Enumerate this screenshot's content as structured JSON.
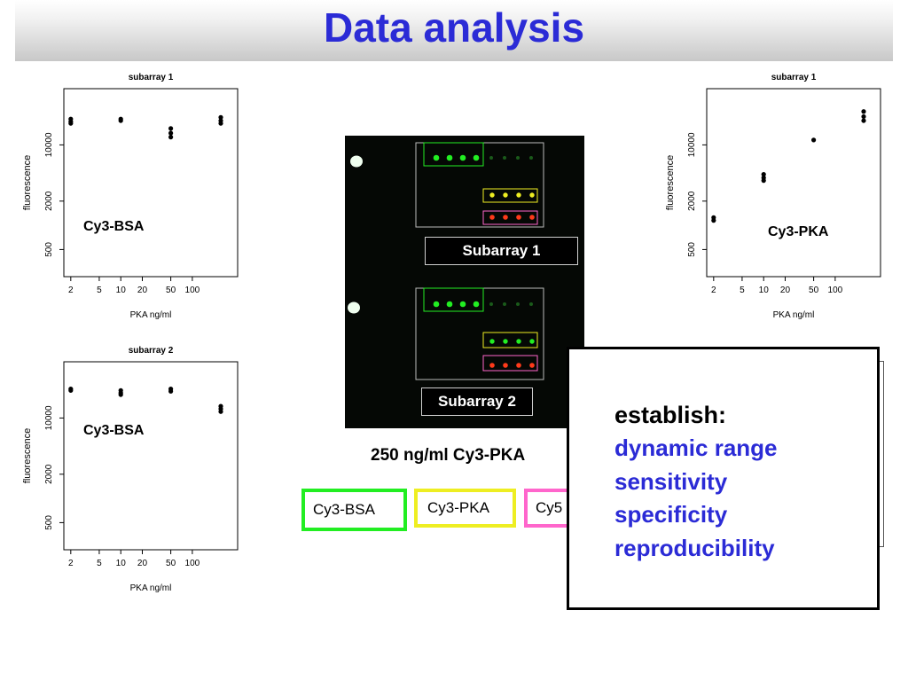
{
  "slide": {
    "title": "Data analysis"
  },
  "chart_data": [
    {
      "type": "scatter",
      "title": "subarray 1",
      "xlabel": "PKA ng/ml",
      "ylabel": "fluorescence",
      "annotation": "Cy3-BSA",
      "x_scale": "log",
      "y_scale": "log",
      "xlim": [
        1.6,
        430
      ],
      "ylim": [
        230,
        50000
      ],
      "x_ticks": [
        2,
        5,
        10,
        20,
        50,
        100
      ],
      "x_tick_labels": [
        "2",
        "5",
        "10",
        "20",
        "50",
        "100"
      ],
      "y_ticks": [
        500,
        2000,
        10000
      ],
      "y_tick_labels": [
        "500",
        "2000",
        "10000"
      ],
      "points": [
        {
          "x": 2,
          "y": 21000
        },
        {
          "x": 2,
          "y": 19500
        },
        {
          "x": 2,
          "y": 18500
        },
        {
          "x": 10,
          "y": 21000
        },
        {
          "x": 10,
          "y": 20000
        },
        {
          "x": 50,
          "y": 16000
        },
        {
          "x": 50,
          "y": 14000
        },
        {
          "x": 50,
          "y": 12500
        },
        {
          "x": 250,
          "y": 22000
        },
        {
          "x": 250,
          "y": 20000
        },
        {
          "x": 250,
          "y": 18500
        }
      ]
    },
    {
      "type": "scatter",
      "title": "subarray 2",
      "xlabel": "PKA ng/ml",
      "ylabel": "fluorescence",
      "annotation": "Cy3-BSA",
      "x_scale": "log",
      "y_scale": "log",
      "xlim": [
        1.6,
        430
      ],
      "ylim": [
        230,
        50000
      ],
      "x_ticks": [
        2,
        5,
        10,
        20,
        50,
        100
      ],
      "x_tick_labels": [
        "2",
        "5",
        "10",
        "20",
        "50",
        "100"
      ],
      "y_ticks": [
        500,
        2000,
        10000
      ],
      "y_tick_labels": [
        "500",
        "2000",
        "10000"
      ],
      "points": [
        {
          "x": 2,
          "y": 23000
        },
        {
          "x": 2,
          "y": 22000
        },
        {
          "x": 10,
          "y": 22000
        },
        {
          "x": 10,
          "y": 20500
        },
        {
          "x": 10,
          "y": 19500
        },
        {
          "x": 50,
          "y": 23000
        },
        {
          "x": 50,
          "y": 21500
        },
        {
          "x": 250,
          "y": 14000
        },
        {
          "x": 250,
          "y": 13000
        },
        {
          "x": 250,
          "y": 12000
        }
      ]
    },
    {
      "type": "scatter",
      "title": "subarray 1",
      "xlabel": "PKA ng/ml",
      "ylabel": "fluorescence",
      "annotation": "Cy3-PKA",
      "x_scale": "log",
      "y_scale": "log",
      "xlim": [
        1.6,
        430
      ],
      "ylim": [
        230,
        50000
      ],
      "x_ticks": [
        2,
        5,
        10,
        20,
        50,
        100
      ],
      "x_tick_labels": [
        "2",
        "5",
        "10",
        "20",
        "50",
        "100"
      ],
      "y_ticks": [
        500,
        2000,
        10000
      ],
      "y_tick_labels": [
        "500",
        "2000",
        "10000"
      ],
      "points": [
        {
          "x": 2,
          "y": 1250
        },
        {
          "x": 2,
          "y": 1150
        },
        {
          "x": 10,
          "y": 4300
        },
        {
          "x": 10,
          "y": 3900
        },
        {
          "x": 10,
          "y": 3600
        },
        {
          "x": 50,
          "y": 11500
        },
        {
          "x": 250,
          "y": 26000
        },
        {
          "x": 250,
          "y": 22500
        },
        {
          "x": 250,
          "y": 20000
        }
      ]
    }
  ],
  "array_image": {
    "subarray_labels": [
      "Subarray 1",
      "Subarray 2"
    ],
    "caption": "250 ng/ml Cy3-PKA",
    "colors": {
      "cy3_bsa": "#22ee22",
      "cy3_pka": "#eeee22",
      "cy5": "#ff66cc"
    }
  },
  "legend": [
    {
      "label": "Cy3-BSA",
      "color": "#22ee22"
    },
    {
      "label": "Cy3-PKA",
      "color": "#eeee22"
    },
    {
      "label": "Cy5",
      "color": "#ff66cc"
    }
  ],
  "callout": {
    "heading": "establish:",
    "items": [
      "dynamic range",
      "sensitivity",
      "specificity",
      "reproducibility"
    ]
  }
}
